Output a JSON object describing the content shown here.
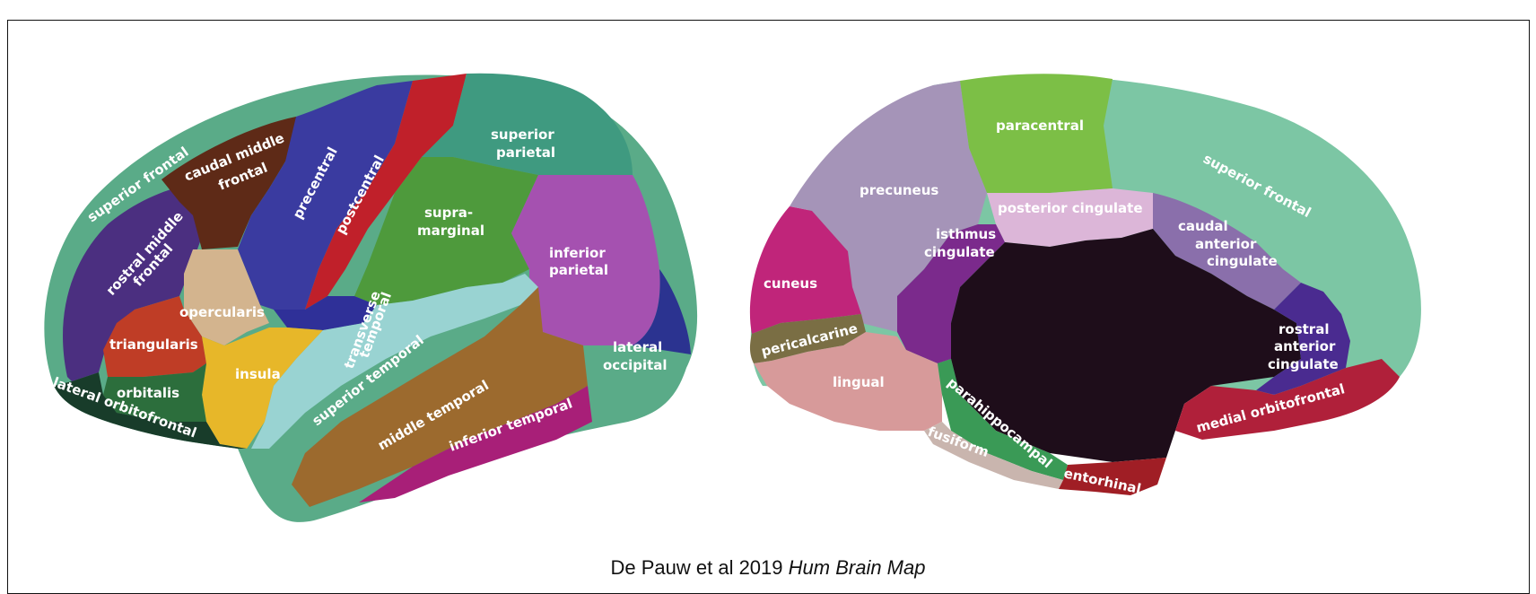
{
  "lateral_view": {
    "labels": {
      "superior_frontal": "superior frontal",
      "caudal_middle_frontal_1": "caudal middle",
      "caudal_middle_frontal_2": "frontal",
      "precentral": "precentral",
      "postcentral": "postcentral",
      "superior_parietal_1": "superior",
      "superior_parietal_2": "parietal",
      "supramarginal_1": "supra-",
      "supramarginal_2": "marginal",
      "inferior_parietal_1": "inferior",
      "inferior_parietal_2": "parietal",
      "rostral_middle_frontal_1": "rostral middle",
      "rostral_middle_frontal_2": "frontal",
      "opercularis": "opercularis",
      "triangularis": "triangularis",
      "transverse_temporal_1": "transverse",
      "transverse_temporal_2": "temporal",
      "insula": "insula",
      "superior_temporal": "superior temporal",
      "middle_temporal": "middle temporal",
      "inferior_temporal": "inferior temporal",
      "lateral_occipital_1": "lateral",
      "lateral_occipital_2": "occipital",
      "orbitalis": "orbitalis",
      "lateral_orbitofrontal": "lateral orbitofrontal"
    }
  },
  "medial_view": {
    "labels": {
      "paracentral": "paracentral",
      "superior_frontal": "superior frontal",
      "precuneus": "precuneus",
      "posterior_cingulate": "posterior cingulate",
      "isthmus_cingulate_1": "isthmus",
      "isthmus_cingulate_2": "cingulate",
      "caudal_anterior_cingulate_1": "caudal",
      "caudal_anterior_cingulate_2": "anterior",
      "caudal_anterior_cingulate_3": "cingulate",
      "cuneus": "cuneus",
      "rostral_anterior_cingulate_1": "rostral",
      "rostral_anterior_cingulate_2": "anterior",
      "rostral_anterior_cingulate_3": "cingulate",
      "pericalcarine": "pericalcarine",
      "lingual": "lingual",
      "parahippocampal": "parahippocampal",
      "medial_orbitofrontal": "medial orbitofrontal",
      "fusiform": "fusiform",
      "entorhinal": "entorhinal"
    }
  },
  "caption": {
    "text": "De Pauw et al 2019 ",
    "journal": "Hum Brain Map"
  },
  "colors": {
    "superior_frontal": "#5aab88",
    "caudal_middle_frontal": "#5e2a17",
    "precentral": "#3a3ba0",
    "postcentral": "#c0202a",
    "superior_parietal": "#3f9a80",
    "supramarginal": "#4e9a3c",
    "inferior_parietal": "#a551b0",
    "rostral_middle_frontal": "#4b2f80",
    "opercularis": "#d3b48e",
    "triangularis": "#bf3d26",
    "insula": "#e7b729",
    "transverse_temporal": "#2f3098",
    "superior_temporal": "#99d3d2",
    "middle_temporal": "#9c6a2e",
    "inferior_temporal": "#a81f78",
    "lateral_occipital": "#2b3390",
    "orbitalis": "#2c6e3c",
    "lateral_orbitofrontal": "#183c2a",
    "paracentral": "#7cbf46",
    "precuneus": "#a594b8",
    "posterior_cingulate": "#dcb6d8",
    "isthmus_cingulate": "#7b2a8c",
    "caudal_anterior_cingulate": "#8a6fab",
    "cuneus": "#c0257a",
    "rostral_anterior_cingulate": "#4a2b90",
    "pericalcarine": "#7a6e44",
    "lingual": "#d79a9a",
    "parahippocampal": "#3a9a56",
    "medial_orbitofrontal": "#b0203a",
    "fusiform": "#c9b5ae",
    "entorhinal": "#a01e25",
    "corpus_callosum": "#1e0d1a",
    "medial_superior_frontal": "#7cc6a4"
  }
}
